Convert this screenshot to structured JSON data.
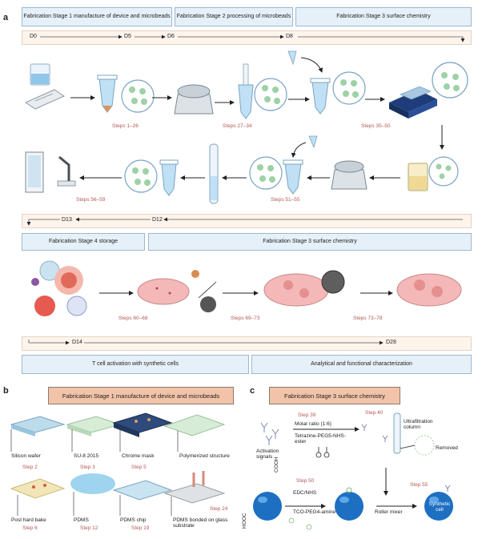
{
  "panels": {
    "a": "a",
    "b": "b",
    "c": "c"
  },
  "panel_a": {
    "stage_boxes_top": [
      "Fabrication Stage 1 manufacture of device and microbeads",
      "Fabrication Stage 2 processing of microbeads",
      "Fabrication Stage 3 surface chemistry"
    ],
    "timeline_top_days": [
      "D0",
      "D5",
      "D6",
      "D8"
    ],
    "steps_row1": [
      "Steps 1–26",
      "Steps 27–34",
      "Steps 35–50"
    ],
    "steps_row2": [
      "Steps 56–59",
      "Steps 51–55"
    ],
    "timeline_mid_days": [
      "D13",
      "D12"
    ],
    "stage_boxes_mid": [
      "Fabrication Stage 4 storage",
      "Fabrication Stage 3 surface chemistry"
    ],
    "steps_row3": [
      "Steps 60–68",
      "Steps 69–73",
      "Steps 73–78"
    ],
    "timeline_bottom_days": [
      "D14",
      "D28"
    ],
    "stage_boxes_bottom": [
      "T cell activation with synthetic cells",
      "Analytical and functional characterization"
    ]
  },
  "panel_b": {
    "header": "Fabrication Stage 1 manufacture of device and microbeads",
    "items": [
      {
        "label": "Silicon wafer",
        "step": "Step 2"
      },
      {
        "label": "SU-8 2015",
        "step": "Step 3"
      },
      {
        "label": "Chrome mask",
        "step": "Step 5"
      },
      {
        "label": "Polymerized structure",
        "step": ""
      },
      {
        "label": "Post hard bake",
        "step": "Step 6"
      },
      {
        "label": "PDMS",
        "step": "Step 12"
      },
      {
        "label": "PDMS chip",
        "step": "Step 19"
      },
      {
        "label": "PDMS bonded on glass substrate",
        "step": "Step 24"
      }
    ]
  },
  "panel_c": {
    "header": "Fabrication Stage 3 surface chemistry",
    "step39": "Step 39",
    "molar": "Molar ratio (1:6)",
    "reagent1": "Tetrazine-PEG5-NHS-ester",
    "activation": "Activation signals",
    "step40": "Step 40",
    "ultrafiltration": "Ultrafiltration column",
    "removed": "Removed",
    "step50": "Step 50",
    "edc": "EDC/NHS",
    "reagent2": "TCO-PEG4-amine",
    "cooh": "COOH",
    "hooc": "HOOC",
    "roller": "Roller mixer",
    "step55": "Step 55",
    "synthetic": "Synthetic cell"
  }
}
